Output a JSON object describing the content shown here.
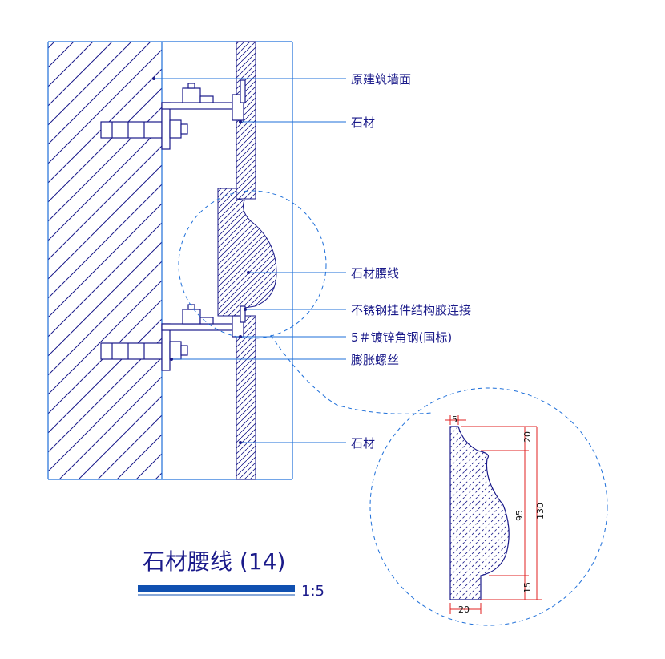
{
  "labels": {
    "wall_face": "原建筑墙面",
    "stone_top": "石材",
    "waist_line": "石材腰线",
    "connector": "不锈钢挂件结构胶连接",
    "angle_steel": "5＃镀锌角钢(国标)",
    "expansion_bolt": "膨胀螺丝",
    "stone_bottom": "石材"
  },
  "title": {
    "name": "石材腰线 (14)",
    "scale": "1:5"
  },
  "dimensions": {
    "top_offset": "5",
    "top_height": "20",
    "mid_height": "95",
    "total_height": "130",
    "bottom_height": "15",
    "bottom_width": "20"
  },
  "colors": {
    "line": "#1a1a8a",
    "frame": "#1e6fd9",
    "dim_red": "#e02020",
    "title_bar": "#1050b0"
  }
}
